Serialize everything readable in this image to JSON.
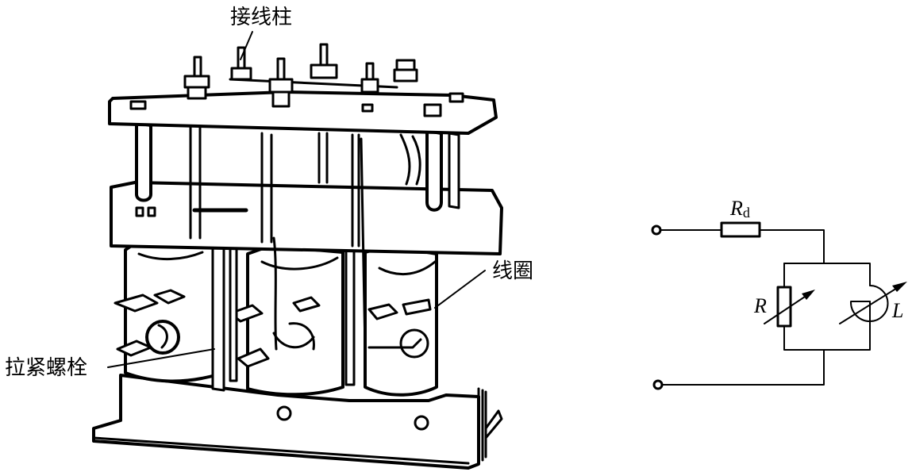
{
  "figure": {
    "left_panel": {
      "description": "Three-phase reactor structure drawing",
      "callouts": {
        "terminal": "接线柱",
        "coil": "线圈",
        "tie_bolt": "拉紧螺栓"
      }
    },
    "right_panel": {
      "description": "Equivalent circuit",
      "components": {
        "series_resistor": {
          "symbol": "R",
          "subscript": "d"
        },
        "variable_resistor": {
          "symbol": "R"
        },
        "variable_inductor": {
          "symbol": "L"
        }
      },
      "terminals": 2
    }
  },
  "colors": {
    "ink": "#000000",
    "background": "#ffffff"
  }
}
